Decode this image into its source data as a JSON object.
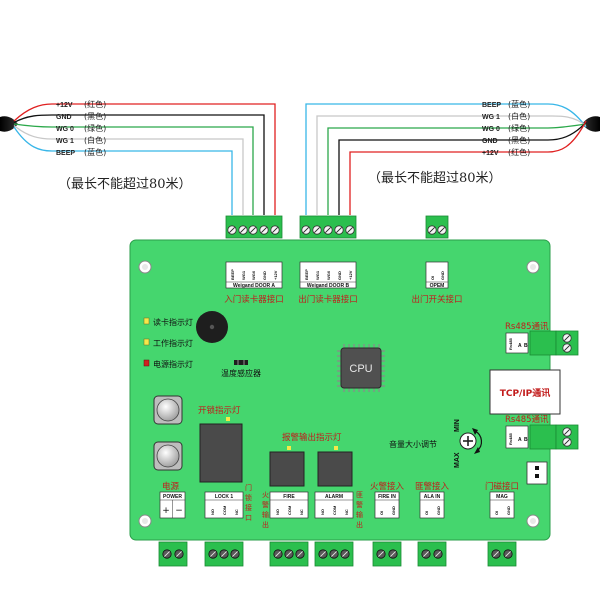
{
  "left_cable": {
    "wires": [
      {
        "label": "+12V",
        "note": "(红色)",
        "color": "#e02020"
      },
      {
        "label": "GND",
        "note": "(黑色)",
        "color": "#111111"
      },
      {
        "label": "WG 0",
        "note": "(绿色)",
        "color": "#2ba84a"
      },
      {
        "label": "WG 1",
        "note": "(白色)",
        "color": "#c8c8c8"
      },
      {
        "label": "BEEP",
        "note": "(蓝色)",
        "color": "#38b6e8"
      }
    ],
    "limit": "（最长不能超过80米）"
  },
  "right_cable": {
    "wires": [
      {
        "label": "BEEP",
        "note": "(蓝色)",
        "color": "#38b6e8"
      },
      {
        "label": "WG 1",
        "note": "(白色)",
        "color": "#c8c8c8"
      },
      {
        "label": "WG 0",
        "note": "(绿色)",
        "color": "#2ba84a"
      },
      {
        "label": "GND",
        "note": "(黑色)",
        "color": "#111111"
      },
      {
        "label": "+12V",
        "note": "(红色)",
        "color": "#e02020"
      }
    ],
    "limit": "（最长不能超过80米）"
  },
  "board": {
    "colors": {
      "board": "#45d66e",
      "terminal": "#2bbf4e",
      "text_red": "#c21b1b"
    },
    "door_a": {
      "pins": [
        "BEEP",
        "WG1",
        "WG0",
        "GND",
        "+12V"
      ],
      "name": "Weigand DOOR A",
      "caption": "入门读卡器接口"
    },
    "door_b": {
      "pins": [
        "BEEP",
        "WG1",
        "WG0",
        "GND",
        "+12V"
      ],
      "name": "Weigand DOOR B",
      "caption": "出门读卡器接口"
    },
    "open_btn": {
      "pins": [
        "OI",
        "GND"
      ],
      "name": "OPEM",
      "caption": "出门开关接口"
    },
    "leds": [
      {
        "label": "读卡指示灯",
        "color": "#f5e84a"
      },
      {
        "label": "工作指示灯",
        "color": "#f5e84a"
      },
      {
        "label": "电源指示灯",
        "color": "#d02020"
      }
    ],
    "temp_sensor": "温度感应器",
    "cpu": "CPU",
    "lock_light": "开锁指示灯",
    "alarm_light": "报警输出指示灯",
    "volume": {
      "label": "音量大小调节",
      "min": "MIN",
      "max": "MAX"
    },
    "rs485_top": {
      "title": "Rs485通讯",
      "plate": "Rs485",
      "pins": [
        "A",
        "B"
      ]
    },
    "tcpip": "TCP/IP通讯",
    "rs485_bottom": {
      "title": "Rs485通讯",
      "plate": "Rs485",
      "pins": [
        "A",
        "B"
      ]
    },
    "bottom_ports": [
      {
        "plate": "POWER",
        "pins": [
          "+",
          "−"
        ],
        "caption": "电源"
      },
      {
        "plate": "LOCK 1",
        "pins": [
          "NO",
          "COM",
          "NC"
        ],
        "caption": "门锁接口"
      },
      {
        "plate": "FIRE",
        "pins": [
          "NO",
          "COM",
          "NC"
        ],
        "caption": "火警输出"
      },
      {
        "plate": "ALARM",
        "pins": [
          "NO",
          "COM",
          "NC"
        ],
        "caption": "匪警输出"
      },
      {
        "plate": "FIRE IN",
        "pins": [
          "OI",
          "GND"
        ],
        "caption": "火警接入"
      },
      {
        "plate": "ALA IN",
        "pins": [
          "OI",
          "GND"
        ],
        "caption": "匪警接入"
      },
      {
        "plate": "MAG",
        "pins": [
          "OI",
          "GND"
        ],
        "caption": "门磁接口"
      }
    ]
  }
}
